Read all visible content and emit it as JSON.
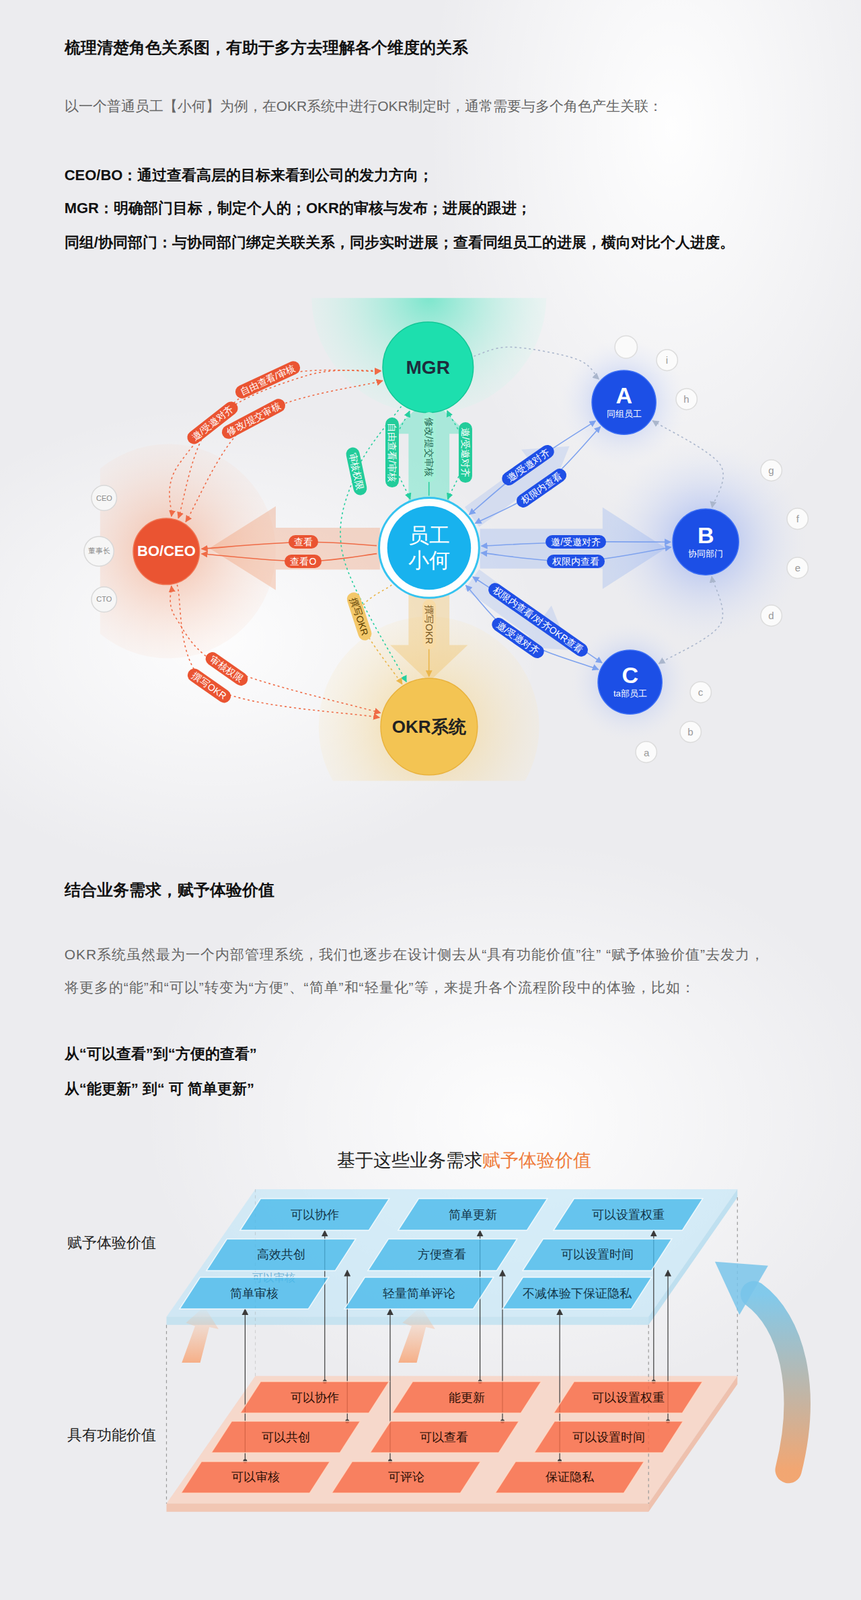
{
  "diagram": {
    "title": "梳理清楚角色关系图，有助于多方去理解各个维度的关系",
    "nodes": [
      {
        "text": [
          "MGR"
        ]
      },
      {
        "text": [
          "A",
          "同组员工"
        ]
      },
      {
        "text": [
          "BO/CEO"
        ]
      },
      {
        "text": [
          "员工 小何"
        ]
      },
      {
        "text": [
          "B",
          "协同部门"
        ]
      },
      {
        "text": [
          "OKR系统"
        ]
      },
      {
        "text": [
          "C",
          "ta部员工"
        ]
      },
      {
        "text": [
          "i"
        ]
      },
      {
        "text": [
          "h"
        ]
      },
      {
        "text": [
          "g"
        ]
      },
      {
        "text": [
          "f"
        ]
      },
      {
        "text": [
          "e"
        ]
      },
      {
        "text": [
          "d"
        ]
      },
      {
        "text": [
          "c"
        ]
      },
      {
        "text": [
          "b"
        ]
      },
      {
        "text": [
          "a"
        ]
      },
      {
        "text": [
          "CEO"
        ]
      },
      {
        "text": [
          "董事长"
        ]
      },
      {
        "text": [
          "CTO"
        ]
      },
      {
        "text": [
          "可以协作"
        ]
      },
      {
        "text": [
          "简单更新"
        ]
      },
      {
        "text": [
          "可以设置权重"
        ]
      },
      {
        "text": [
          "高效共创"
        ]
      },
      {
        "text": [
          "方便查看"
        ]
      },
      {
        "text": [
          "可以设置时间"
        ]
      },
      {
        "text": [
          "简单审核"
        ]
      },
      {
        "text": [
          "轻量简单评论"
        ]
      },
      {
        "text": [
          "不减体验下保证隐私"
        ]
      },
      {
        "text": [
          "可以协作"
        ]
      },
      {
        "text": [
          "能更新"
        ]
      },
      {
        "text": [
          "可以设置权重"
        ]
      },
      {
        "text": [
          "可以共创"
        ]
      },
      {
        "text": [
          "可以查看"
        ]
      },
      {
        "text": [
          "可以设置时间"
        ]
      },
      {
        "text": [
          "可以审核"
        ]
      },
      {
        "text": [
          "可评论"
        ]
      },
      {
        "text": [
          "保证隐私"
        ]
      }
    ],
    "edges": [
      {
        "from": 2,
        "to": 0,
        "label": "自由查看/审核",
        "arrow": "both"
      },
      {
        "from": 2,
        "to": 0,
        "label": "邀/受邀对齐",
        "arrow": "both"
      },
      {
        "from": 2,
        "to": 0,
        "label": "修改/提交审核",
        "arrow": "both"
      },
      {
        "from": 3,
        "to": 0,
        "label": "自由查看/审核",
        "arrow": "both"
      },
      {
        "from": 3,
        "to": 0,
        "label": "修改/提交审核",
        "arrow": "to"
      },
      {
        "from": 3,
        "to": 0,
        "label": "邀/受邀对齐",
        "arrow": "both"
      },
      {
        "from": 0,
        "to": 5,
        "label": "审核权限",
        "arrow": "to"
      },
      {
        "from": 3,
        "to": 5,
        "label": "撰写OKR",
        "arrow": "to"
      },
      {
        "from": 3,
        "to": 5,
        "label": "撰写OKR",
        "arrow": "to"
      },
      {
        "from": 3,
        "to": 2,
        "label": "查看",
        "arrow": "to"
      },
      {
        "from": 3,
        "to": 2,
        "label": "查看O",
        "arrow": "to"
      },
      {
        "from": 2,
        "to": 5,
        "label": "审核权限",
        "arrow": "both"
      },
      {
        "from": 2,
        "to": 5,
        "label": "撰写OKR",
        "arrow": "to"
      },
      {
        "from": 3,
        "to": 1,
        "label": "邀/受邀对齐",
        "arrow": "both"
      },
      {
        "from": 3,
        "to": 1,
        "label": "权限内查看",
        "arrow": "both"
      },
      {
        "from": 3,
        "to": 4,
        "label": "邀/受邀对齐",
        "arrow": "both"
      },
      {
        "from": 3,
        "to": 4,
        "label": "权限内查看",
        "arrow": "both"
      },
      {
        "from": 3,
        "to": 6,
        "label": "权限内查看/对齐OKR查看",
        "arrow": "both"
      },
      {
        "from": 3,
        "to": 6,
        "label": "邀/受邀对齐",
        "arrow": "both"
      },
      {
        "from": 0,
        "to": 1,
        "arrow": "to"
      },
      {
        "from": 1,
        "to": 4,
        "arrow": "both"
      },
      {
        "from": 4,
        "to": 6,
        "arrow": "both"
      },
      {
        "from": 34,
        "to": 25,
        "arrow": "to"
      },
      {
        "from": 31,
        "to": 22,
        "arrow": "to"
      },
      {
        "from": 28,
        "to": 19,
        "arrow": "to"
      },
      {
        "from": 35,
        "to": 26,
        "arrow": "to"
      },
      {
        "from": 32,
        "to": 23,
        "arrow": "to"
      },
      {
        "from": 29,
        "to": 20,
        "arrow": "to"
      },
      {
        "from": 36,
        "to": 27,
        "arrow": "to"
      },
      {
        "from": 33,
        "to": 24,
        "arrow": "to"
      },
      {
        "from": 30,
        "to": 21,
        "arrow": "to"
      }
    ],
    "labels": [
      "以一个普通员工【小何】为例，在OKR系统中进行OKR制定时，通常需要与多个角色产生关联：",
      "CEO/BO：通过查看高层的目标来看到公司的发力方向；",
      "MGR：明确部门目标，制定个人的；OKR的审核与发布；进展的跟进；",
      "同组/协同部门：与协同部门绑定关联关系，同步实时进展；查看同组员工的进展，横向对比个人进度。",
      "结合业务需求，赋予体验价值",
      "OKR系统虽然最为一个内部管理系统，我们也逐步在设计侧去从“具有功能价值”往” “赋予体验价值”去发力，将更多的“能”和“可以”转变为“方便”、“简单”和“轻量化”等，来提升各个流程阶段中的体验，比如：",
      "从“可以查看”到“方便的查看”",
      "从“能更新” 到“ 可 简单更新”",
      "基于这些业务需求",
      "赋予体验价值",
      "赋予体验价值",
      "具有功能价值",
      "可以审核"
    ]
  }
}
